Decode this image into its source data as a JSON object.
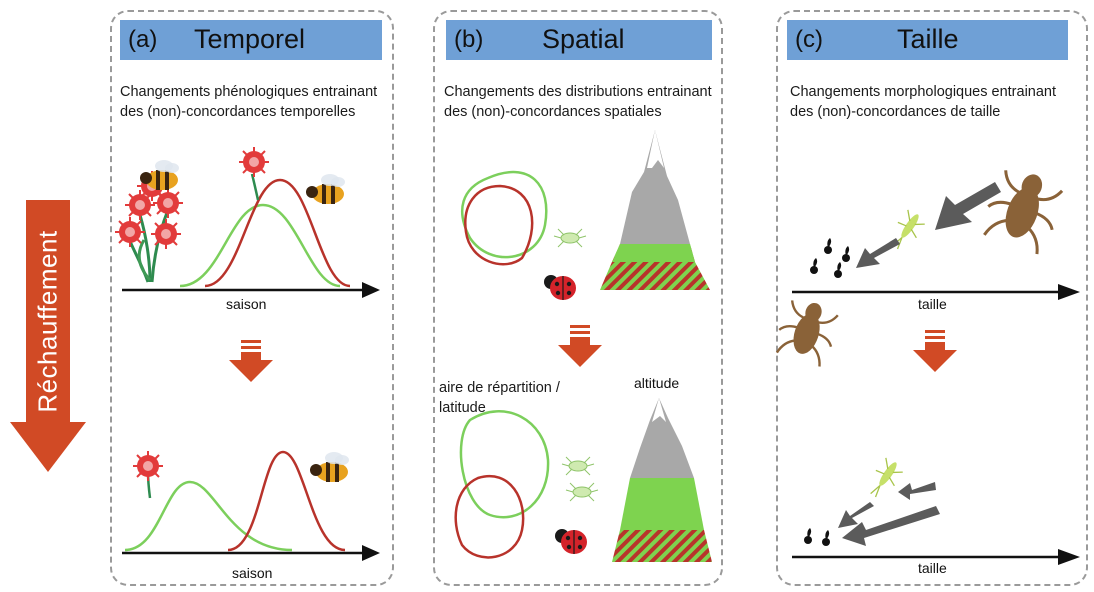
{
  "side_label": "Réchauffement",
  "colors": {
    "header_bg": "#6fa0d6",
    "warming_arrow": "#d14a25",
    "green_curve": "#7ccf5c",
    "red_curve": "#b8332b",
    "mountain_grey": "#a8a8a8",
    "mountain_green": "#7ed34f"
  },
  "panels": [
    {
      "letter": "(a)",
      "title": "Temporel",
      "description_line1": "Changements phénologiques entrainant",
      "description_line2": "des (non)-concordances temporelles",
      "axis_top": "saison",
      "axis_bottom": "saison"
    },
    {
      "letter": "(b)",
      "title": "Spatial",
      "description_line1": "Changements des distributions entrainant",
      "description_line2": "des (non)-concordances spatiales",
      "label_range_line1": "aire de répartition /",
      "label_range_line2": "latitude",
      "label_altitude": "altitude"
    },
    {
      "letter": "(c)",
      "title": "Taille",
      "description_line1": "Changements morphologiques entrainant",
      "description_line2": "des (non)-concordances de taille",
      "axis_top": "taille",
      "axis_bottom": "taille"
    }
  ],
  "icons": [
    "flower-icon",
    "bee-icon",
    "ladybug-icon",
    "aphid-icon",
    "mountain-icon",
    "dragonfly-larva-icon",
    "damselfly-larva-icon",
    "midge-larva-icon"
  ]
}
